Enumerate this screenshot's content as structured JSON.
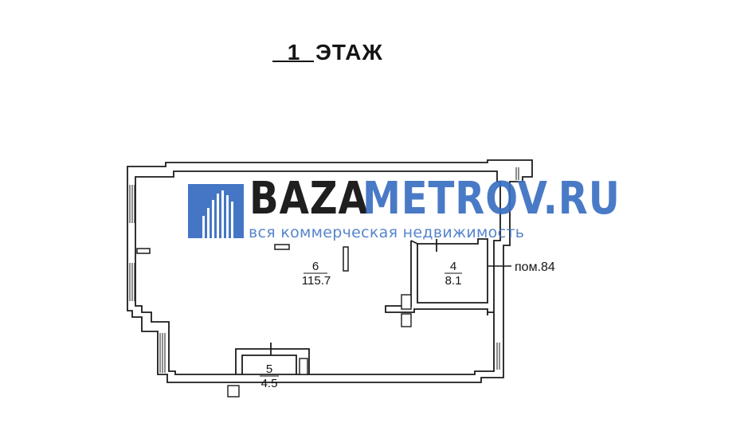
{
  "floor": {
    "number": "1",
    "label": "ЭТАЖ"
  },
  "rooms": [
    {
      "id": "6",
      "area": "115.7"
    },
    {
      "id": "4",
      "area": "8.1"
    },
    {
      "id": "5",
      "area": "4.5"
    }
  ],
  "external_label": "пом.84",
  "watermark": {
    "brand_part1": "BAZA",
    "brand_part2": "METROV.RU",
    "tagline": "вся коммерческая недвижимость",
    "color_dark": "#1f1f1f",
    "color_blue": "#3a6fc2"
  }
}
